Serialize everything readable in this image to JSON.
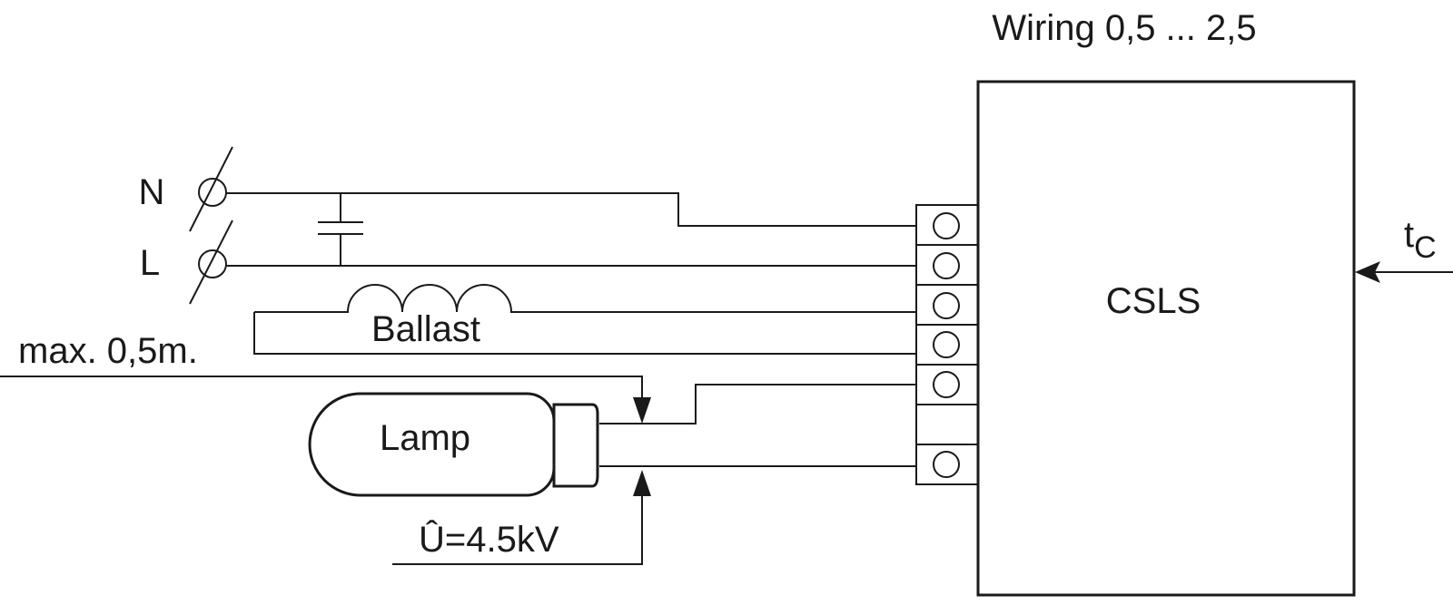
{
  "title": "Wiring 0,5 ... 2,5",
  "device_label": "CSLS",
  "inputs": {
    "neutral": "N",
    "live": "L"
  },
  "ballast_label": "Ballast",
  "lamp_label": "Lamp",
  "cable_note": "max. 0,5m.",
  "ignition_voltage": "Û=4.5kV",
  "temperature_label": {
    "base": "t",
    "subscript": "C"
  },
  "terminal_count": 6
}
